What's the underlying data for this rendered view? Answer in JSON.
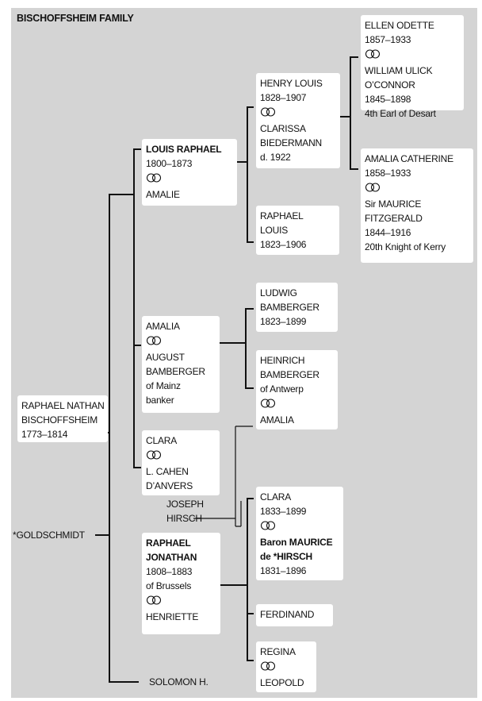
{
  "title": "BISCHOFFSHEIM FAMILY",
  "marriage_symbol": "interlocking-rings-icon",
  "people": {
    "raphael_nathan": [
      "RAPHAEL NATHAN",
      "BISCHOFFSHEIM",
      "1773–1814"
    ],
    "goldschmidt": "*GOLDSCHMIDT",
    "louis_raphael": [
      "LOUIS RAPHAEL",
      "1800–1873",
      "AMALIE"
    ],
    "henry_louis": [
      "HENRY LOUIS",
      "1828–1907",
      "CLARISSA",
      "BIEDERMANN",
      "d. 1922"
    ],
    "ellen_odette": [
      "ELLEN ODETTE",
      "1857–1933",
      "WILLIAM ULICK",
      "O’CONNOR",
      "1845–1898",
      "4th Earl of Desart"
    ],
    "amalia_catherine": [
      "AMALIA CATHERINE",
      "1858–1933",
      "Sir MAURICE",
      "FITZGERALD",
      "1844–1916",
      "20th Knight of Kerry"
    ],
    "raphael_louis": [
      "RAPHAEL",
      "LOUIS",
      "1823–1906"
    ],
    "amalia": [
      "AMALIA",
      "AUGUST",
      "BAMBERGER",
      "of Mainz",
      "banker"
    ],
    "ludwig": [
      "LUDWIG",
      "BAMBERGER",
      "1823–1899"
    ],
    "heinrich": [
      "HEINRICH",
      "BAMBERGER",
      "of Antwerp",
      "AMALIA"
    ],
    "clara_cahen": [
      "CLARA",
      "L. CAHEN",
      "D’ANVERS"
    ],
    "joseph_hirsch": [
      "JOSEPH",
      "HIRSCH"
    ],
    "clara_hirsch": [
      "CLARA",
      "1833–1899",
      "Baron MAURICE",
      "de *HIRSCH",
      "1831–1896"
    ],
    "raphael_jonathan": [
      "RAPHAEL",
      "JONATHAN",
      "1808–1883",
      "of Brussels",
      "HENRIETTE"
    ],
    "ferdinand": "FERDINAND",
    "regina": [
      "REGINA",
      "LEOPOLD"
    ],
    "solomon": "SOLOMON H."
  }
}
